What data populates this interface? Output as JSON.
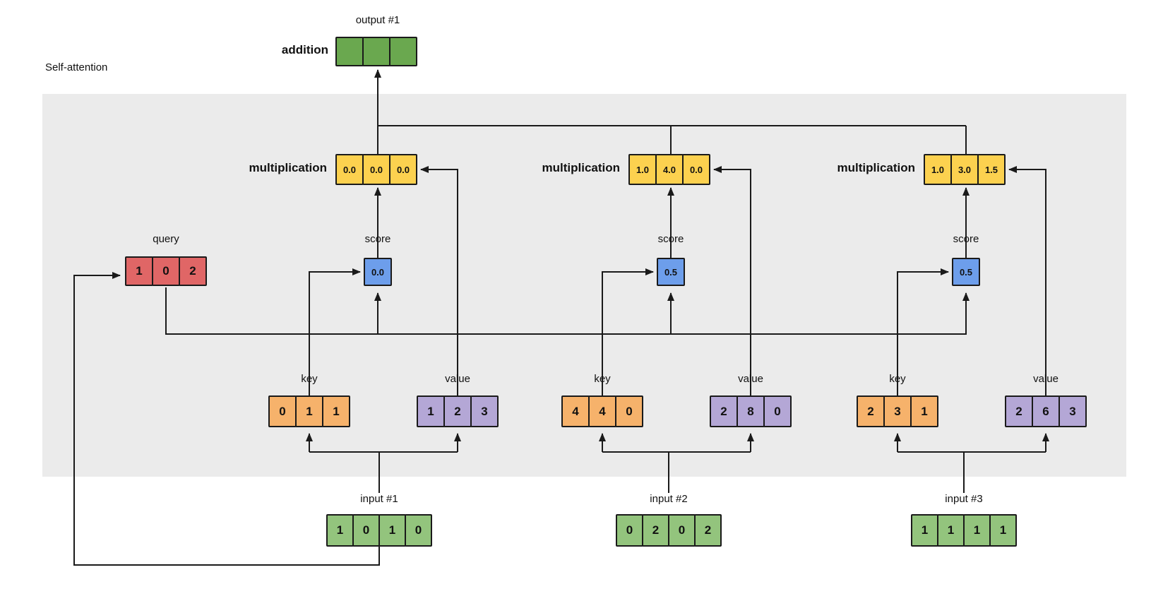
{
  "title": "Self-attention",
  "output": {
    "label": "output #1",
    "operation": "addition",
    "cells": [
      "",
      "",
      ""
    ]
  },
  "query": {
    "label": "query",
    "cells": [
      "1",
      "0",
      "2"
    ]
  },
  "sections": [
    {
      "mult_label": "multiplication",
      "mult_cells": [
        "0.0",
        "0.0",
        "0.0"
      ],
      "score_label": "score",
      "score_value": "0.0",
      "key_label": "key",
      "key_cells": [
        "0",
        "1",
        "1"
      ],
      "value_label": "value",
      "value_cells": [
        "1",
        "2",
        "3"
      ],
      "input_label": "input #1",
      "input_cells": [
        "1",
        "0",
        "1",
        "0"
      ]
    },
    {
      "mult_label": "multiplication",
      "mult_cells": [
        "1.0",
        "4.0",
        "0.0"
      ],
      "score_label": "score",
      "score_value": "0.5",
      "key_label": "key",
      "key_cells": [
        "4",
        "4",
        "0"
      ],
      "value_label": "value",
      "value_cells": [
        "2",
        "8",
        "0"
      ],
      "input_label": "input #2",
      "input_cells": [
        "0",
        "2",
        "0",
        "2"
      ]
    },
    {
      "mult_label": "multiplication",
      "mult_cells": [
        "1.0",
        "3.0",
        "1.5"
      ],
      "score_label": "score",
      "score_value": "0.5",
      "key_label": "key",
      "key_cells": [
        "2",
        "3",
        "1"
      ],
      "value_label": "value",
      "value_cells": [
        "2",
        "6",
        "3"
      ],
      "input_label": "input #3",
      "input_cells": [
        "1",
        "1",
        "1",
        "1"
      ]
    }
  ],
  "colors": {
    "green_dark": "#6aa84f",
    "green_light": "#93c47d",
    "yellow": "#fcd14f",
    "red": "#e06666",
    "blue": "#6d9eeb",
    "orange": "#f6b26b",
    "purple": "#b4a7d6",
    "band": "#ebebeb",
    "line": "#1a1a1a"
  }
}
